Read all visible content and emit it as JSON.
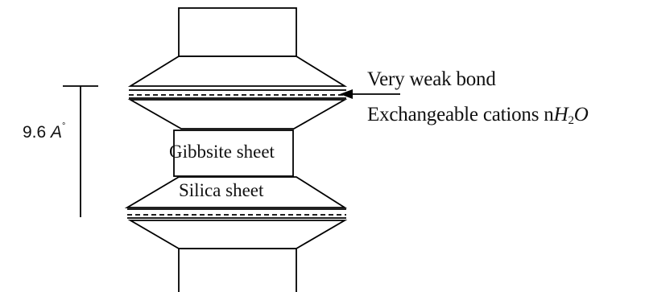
{
  "labels": {
    "bond": "Very weak  bond",
    "cations_prefix": "Exchangeable cations n",
    "cations_symbol": "H",
    "cations_subscript": "2",
    "cations_suffix": "O",
    "gibbsite": "Gibbsite  sheet",
    "silica": "Silica  sheet",
    "dimension_value": "9.6 ",
    "dimension_unit": "A",
    "dimension_mark": "°"
  },
  "colors": {
    "stroke": "#000000",
    "background": "#ffffff",
    "text": "#111111"
  }
}
